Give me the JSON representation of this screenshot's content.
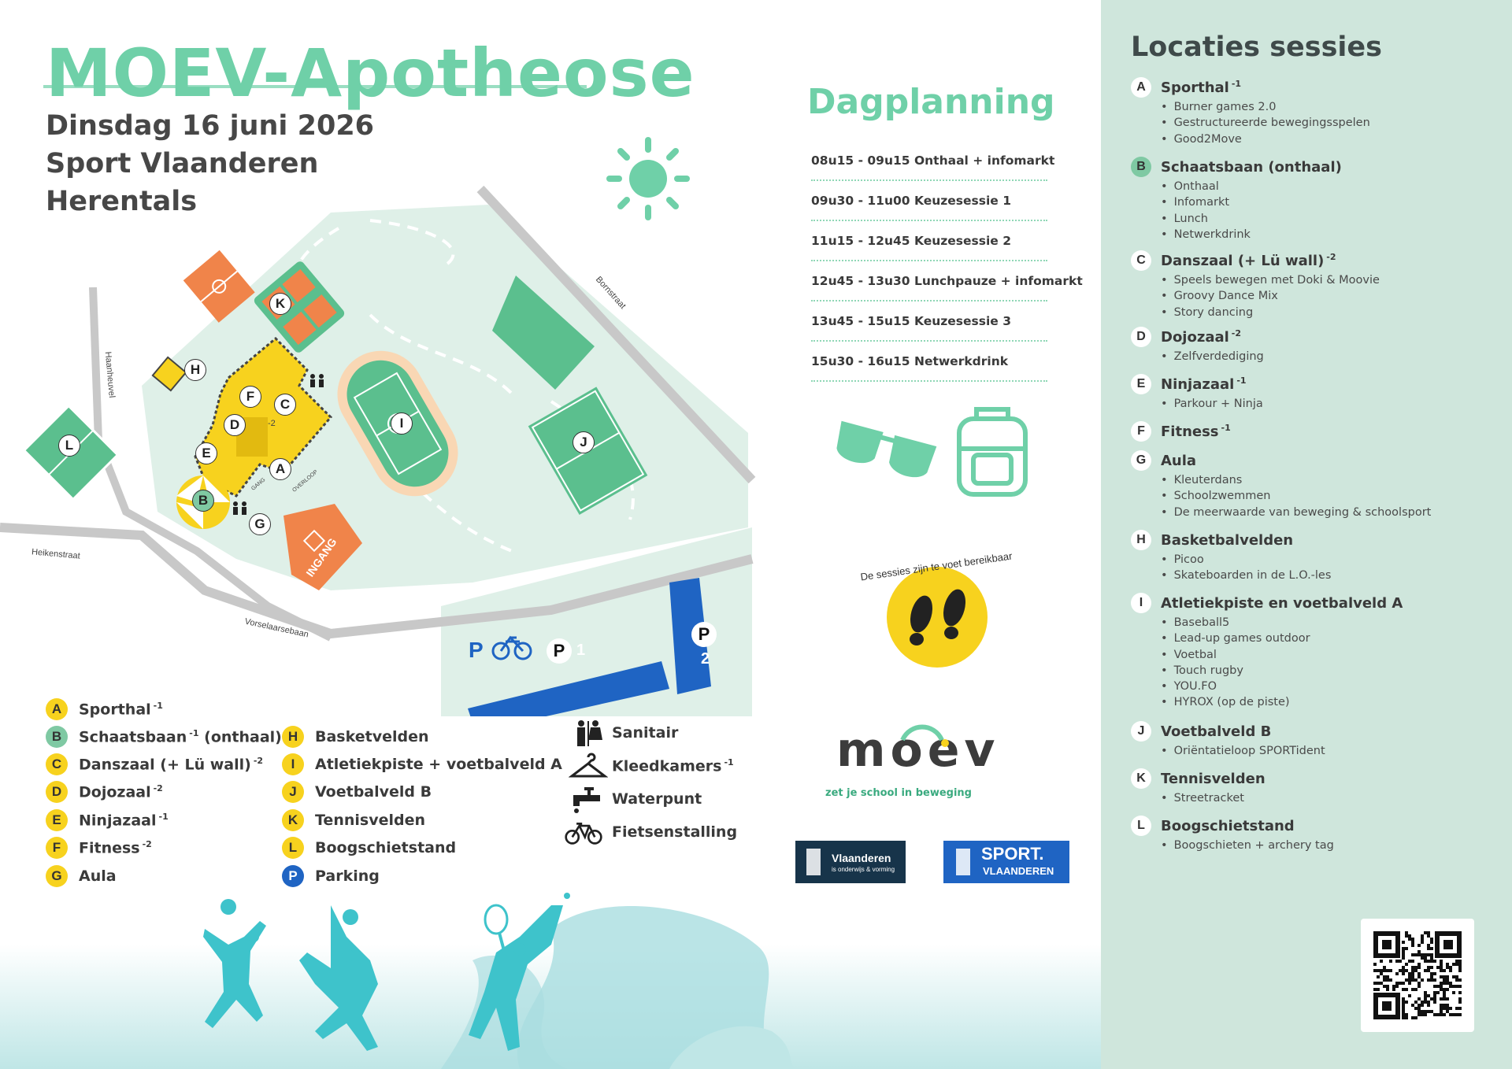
{
  "title": "MOEV-Apotheose",
  "subtitle": {
    "line1": "Dinsdag 16 juni 2026",
    "line2": "Sport Vlaanderen",
    "line3": "Herentals"
  },
  "dagplanning": {
    "title": "Dagplanning",
    "rows": [
      "08u15 - 09u15 Onthaal + infomarkt",
      "09u30 - 11u00 Keuzesessie 1",
      "11u15 - 12u45   Keuzesessie 2",
      "12u45 - 13u30 Lunchpauze + infomarkt",
      "13u45 - 15u15   Keuzesessie 3",
      "15u30 - 16u15   Netwerkdrink"
    ]
  },
  "map": {
    "streets": {
      "bornstraat": "Bornstraat",
      "haanheuvel": "Haanheuvel",
      "heikenstraat": "Heikenstraat",
      "vorselaarsebaan": "Vorselaarsebaan"
    },
    "markers": {
      "A": "A",
      "B": "B",
      "C": "C",
      "D": "D",
      "E": "E",
      "F": "F",
      "G": "G",
      "H": "H",
      "I": "I",
      "J": "J",
      "K": "K",
      "L": "L"
    },
    "ingang": "INGANG",
    "small_labels": {
      "minus2": "-2",
      "gang": "GANG",
      "overloop": "OVERLOOP"
    },
    "parking": {
      "p": "P",
      "p1": "1",
      "p2": "2"
    },
    "footnote": "De sessies zijn te voet bereikbaar"
  },
  "legend": {
    "col1": [
      {
        "badge": "A",
        "label": "Sporthal",
        "sup": "-1"
      },
      {
        "badge": "B",
        "label": "Schaatsbaan",
        "sup": "-1",
        "suffix": " (onthaal)"
      },
      {
        "badge": "C",
        "label": "Danszaal (+ Lü wall)",
        "sup": "-2"
      },
      {
        "badge": "D",
        "label": "Dojozaal",
        "sup": "-2"
      },
      {
        "badge": "E",
        "label": "Ninjazaal",
        "sup": "-1"
      },
      {
        "badge": "F",
        "label": "Fitness",
        "sup": "-2"
      },
      {
        "badge": "G",
        "label": "Aula",
        "sup": ""
      }
    ],
    "col2": [
      {
        "badge": "H",
        "label": "Basketvelden"
      },
      {
        "badge": "I",
        "label": "Atletiekpiste + voetbalveld A"
      },
      {
        "badge": "J",
        "label": "Voetbalveld B"
      },
      {
        "badge": "K",
        "label": "Tennisvelden"
      },
      {
        "badge": "L",
        "label": "Boogschietstand"
      },
      {
        "badge": "P",
        "label": "Parking"
      }
    ],
    "symbols": [
      {
        "icon": "toilet-icon",
        "label": "Sanitair",
        "sup": ""
      },
      {
        "icon": "hanger-icon",
        "label": "Kleedkamers",
        "sup": "-1"
      },
      {
        "icon": "faucet-icon",
        "label": "Waterpunt",
        "sup": ""
      },
      {
        "icon": "bicycle-icon",
        "label": "Fietsenstalling",
        "sup": ""
      }
    ]
  },
  "logos": {
    "moev": "moev",
    "moev_tagline": "zet je school in beweging",
    "vlaanderen": "Vlaanderen",
    "vlaanderen_sub": "is onderwijs & vorming",
    "sport1": "SPORT.",
    "sport2": "VLAANDEREN"
  },
  "locaties": {
    "title": "Locaties sessies",
    "items": [
      {
        "badge": "A",
        "name": "Sporthal",
        "sup": "-1",
        "sessions": [
          "Burner games 2.0",
          "Gestructureerde bewegingsspelen",
          "Good2Move"
        ]
      },
      {
        "badge": "B",
        "name": "Schaatsbaan (onthaal)",
        "sup": "",
        "sessions": [
          "Onthaal",
          "Infomarkt",
          "Lunch",
          "Netwerkdrink"
        ]
      },
      {
        "badge": "C",
        "name": "Danszaal (+ Lü wall)",
        "sup": "-2",
        "sessions": [
          "Speels bewegen met Doki & Moovie",
          "Groovy Dance Mix",
          "Story dancing"
        ]
      },
      {
        "badge": "D",
        "name": "Dojozaal",
        "sup": "-2",
        "sessions": [
          "Zelfverdediging"
        ]
      },
      {
        "badge": "E",
        "name": "Ninjazaal",
        "sup": "-1",
        "sessions": [
          "Parkour + Ninja"
        ]
      },
      {
        "badge": "F",
        "name": "Fitness",
        "sup": "-1",
        "sessions": []
      },
      {
        "badge": "G",
        "name": "Aula",
        "sup": "",
        "sessions": [
          "Kleuterdans",
          "Schoolzwemmen",
          "De meerwaarde van beweging & schoolsport"
        ]
      },
      {
        "badge": "H",
        "name": "Basketbalvelden",
        "sup": "",
        "sessions": [
          "Picoo",
          "Skateboarden in de L.O.-les"
        ]
      },
      {
        "badge": "I",
        "name": "Atletiekpiste en voetbalveld A",
        "sup": "",
        "sessions": [
          "Baseball5",
          "Lead-up games outdoor",
          "Voetbal",
          "Touch rugby",
          "YOU.FO",
          "HYROX (op de piste)"
        ]
      },
      {
        "badge": "J",
        "name": "Voetbalveld B",
        "sup": "",
        "sessions": [
          "Oriëntatieloop SPORTident"
        ]
      },
      {
        "badge": "K",
        "name": "Tennisvelden",
        "sup": "",
        "sessions": [
          "Streetracket"
        ]
      },
      {
        "badge": "L",
        "name": "Boogschietstand",
        "sup": "",
        "sessions": [
          "Boogschieten + archery tag"
        ]
      }
    ]
  },
  "colors": {
    "mint": "#6fd0a8",
    "park": "#dff0e8",
    "field": "#5bbf8e",
    "orange": "#f0844a",
    "yellow": "#f7d21e",
    "blue": "#1f64c3",
    "panel": "#cfe6dc"
  }
}
